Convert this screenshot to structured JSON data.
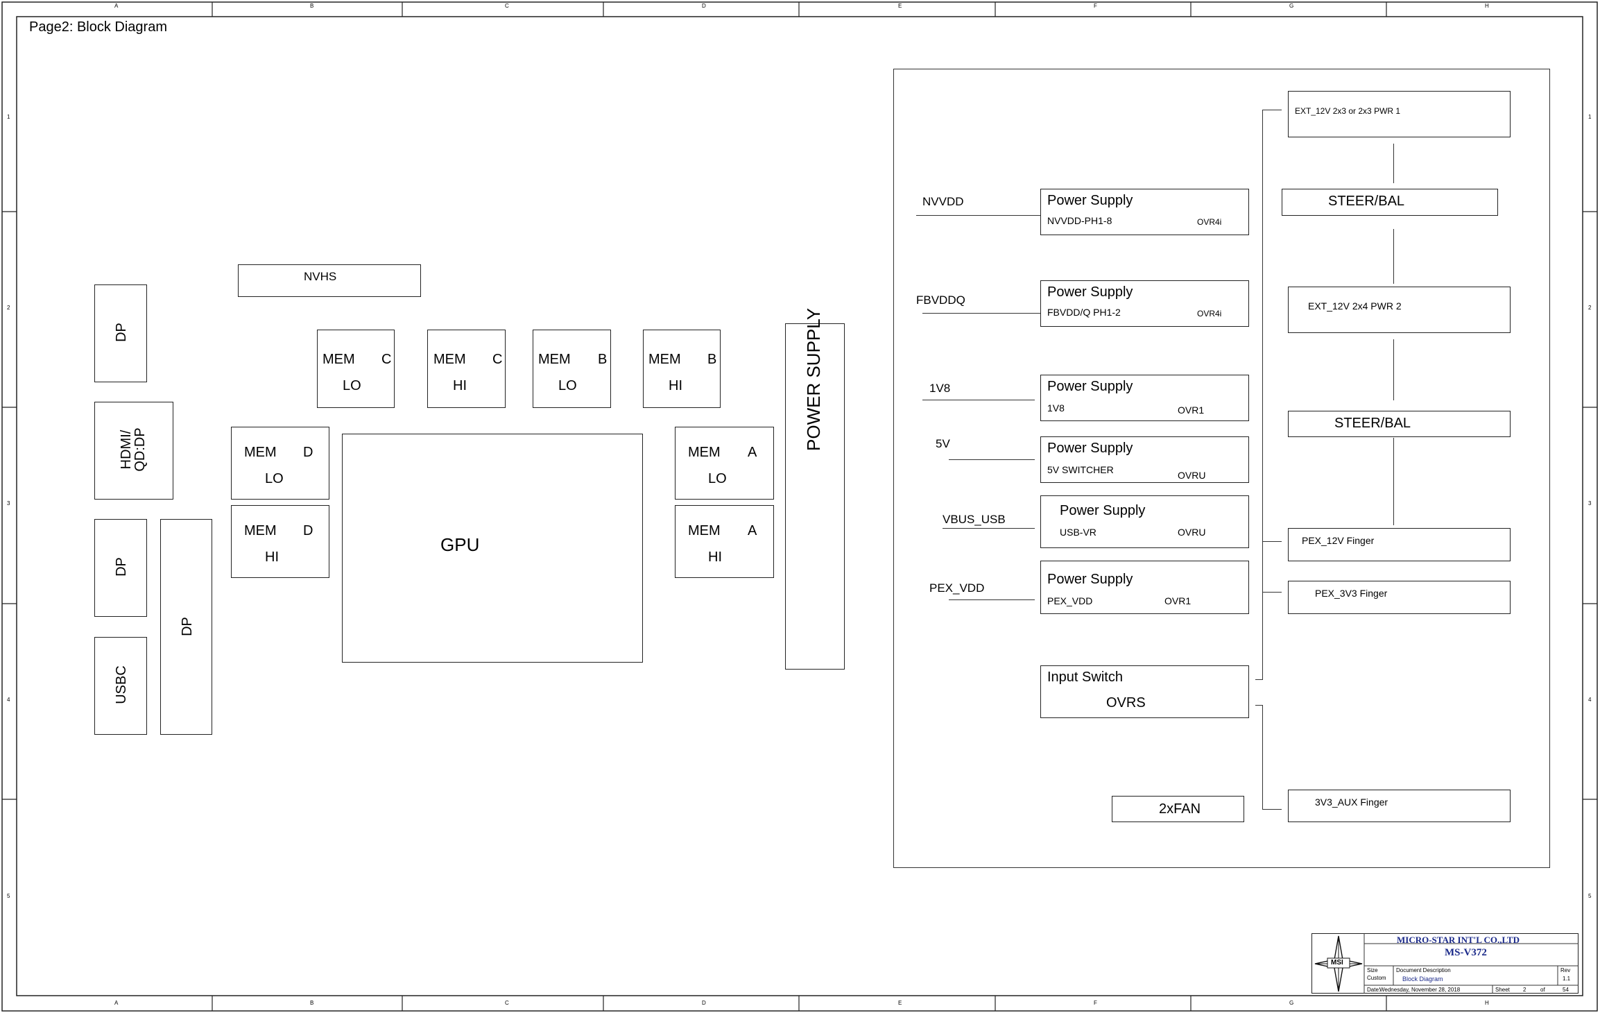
{
  "page_title": "Page2: Block Diagram",
  "border": {
    "columns": [
      "A",
      "B",
      "C",
      "D",
      "E",
      "F",
      "G",
      "H"
    ],
    "rows": [
      "1",
      "2",
      "3",
      "4",
      "5"
    ]
  },
  "blocks": {
    "nvhs": "NVHS",
    "dp_top": "DP",
    "hdmi_line1": "HDMI/",
    "hdmi_line2": "QD:DP",
    "dp_mid": "DP",
    "dp_tall": "DP",
    "usbc": "USBC",
    "gpu": "GPU",
    "power_supply_vertical": "POWER SUPPLY",
    "mem_c_lo": {
      "mem": "MEM",
      "channel": "C",
      "half": "LO"
    },
    "mem_c_hi": {
      "mem": "MEM",
      "channel": "C",
      "half": "HI"
    },
    "mem_b_lo": {
      "mem": "MEM",
      "channel": "B",
      "half": "LO"
    },
    "mem_b_hi": {
      "mem": "MEM",
      "channel": "B",
      "half": "HI"
    },
    "mem_d_lo": {
      "mem": "MEM",
      "channel": "D",
      "half": "LO"
    },
    "mem_d_hi": {
      "mem": "MEM",
      "channel": "D",
      "half": "HI"
    },
    "mem_a_lo": {
      "mem": "MEM",
      "channel": "A",
      "half": "LO"
    },
    "mem_a_hi": {
      "mem": "MEM",
      "channel": "A",
      "half": "HI"
    }
  },
  "power": {
    "rails": [
      {
        "rail": "NVVDD",
        "title": "Power Supply",
        "sub": "NVVDD-PH1-8",
        "ovr": "OVR4i"
      },
      {
        "rail": "FBVDDQ",
        "title": "Power Supply",
        "sub": "FBVDD/Q PH1-2",
        "ovr": "OVR4i"
      },
      {
        "rail": "1V8",
        "title": "Power Supply",
        "sub": "1V8",
        "ovr": "OVR1"
      },
      {
        "rail": "5V",
        "title": "Power Supply",
        "sub": "5V SWITCHER",
        "ovr": "OVRU"
      },
      {
        "rail": "VBUS_USB",
        "title": "Power Supply",
        "sub": "USB-VR",
        "ovr": "OVRU"
      },
      {
        "rail": "PEX_VDD",
        "title": "Power Supply",
        "sub": "PEX_VDD",
        "ovr": "OVR1"
      }
    ],
    "input_switch": {
      "title": "Input Switch",
      "sub": "OVRS"
    },
    "fan": "2xFAN",
    "right": {
      "ext1": "EXT_12V 2x3 or 2x3 PWR 1",
      "steer1": "STEER/BAL",
      "ext2": "EXT_12V 2x4 PWR 2",
      "steer2": "STEER/BAL",
      "pex12": "PEX_12V Finger",
      "pex33": "PEX_3V3 Finger",
      "aux33": "3V3_AUX Finger"
    }
  },
  "title_block": {
    "logo": "MSI",
    "company": "MICRO-STAR INT'L CO.,LTD",
    "model": "MS-V372",
    "size_label": "Size",
    "size_value": "Custom",
    "desc_label": "Document Description",
    "desc_value": "Block Diagram",
    "rev_label": "Rev",
    "rev_value": "1.1",
    "date_label": "Date:",
    "date_value": "Wednesday, November 28, 2018",
    "sheet_label": "Sheet",
    "sheet_num": "2",
    "of_label": "of",
    "sheet_total": "54"
  }
}
